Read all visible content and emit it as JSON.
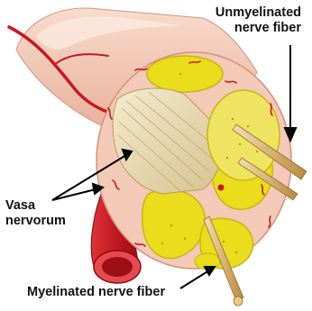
{
  "labels": {
    "unmyelinated": [
      "Unmyelinated",
      "nerve fiber"
    ],
    "vasa": [
      "Vasa",
      "nervorum"
    ],
    "myelinated": "Myelinated nerve fiber"
  },
  "colors": {
    "epineurium": "#f3c9b7",
    "epineurium_dark": "#e3a38c",
    "vessel": "#c8191f",
    "vessel_dark": "#8e0c12",
    "fascicle": "#e9dd1c",
    "fascicle_light": "#f5ee8a",
    "fiber_tan": "#eadbb2",
    "probe": "#d9b46e"
  }
}
